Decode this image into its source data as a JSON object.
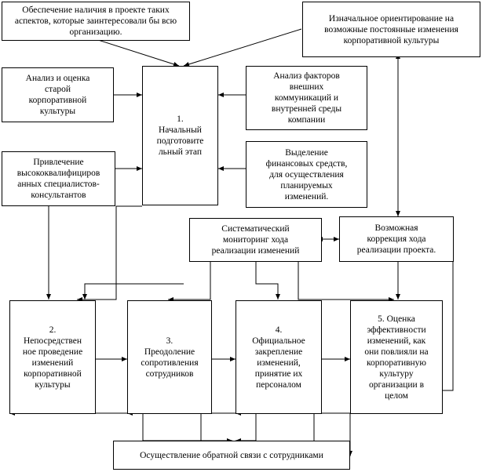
{
  "boxes": {
    "aspects": "Обеспечение наличия в проекте таких аспектов, которые заинтересовали бы всю организацию.",
    "orientation": "Изначальное ориентирование на возможные постоянные изменения корпоративной культуры",
    "analysis_old": "Анализ и оценка\nстарой\nкорпоративной\nкультуры",
    "stage1": "1.\nНачальный\nподготовите\nльный этап",
    "factors": "Анализ факторов\nвнешних\nкоммуникаций и\nвнутренней среды\nкомпании",
    "consultants": "Привлечение\nвысококвалифициров\nанных специалистов-\nконсультантов",
    "finance": "Выделение\nфинансовых средств,\nдля осуществления\nпланируемых\nизменений.",
    "monitoring": "Систематический\nмониторинг хода\nреализации изменений",
    "correction": "Возможная\nкоррекция хода\nреализации проекта.",
    "stage2": "2.\nНепосредствен\nное проведение\nизменений\nкорпоративной\nкультуры",
    "stage3": "3.\nПреодоление\nсопротивления\nсотрудников",
    "stage4": "4.\nОфициальное\nзакрепление\nизменений,\nпринятие их\nперсоналом",
    "stage5": "5. Оценка\nэффективности\nизменений, как\nони повлияли на\nкорпоративную\nкультуру\nорганизации в\nцелом",
    "feedback": "Осуществление обратной связи с сотрудниками"
  }
}
